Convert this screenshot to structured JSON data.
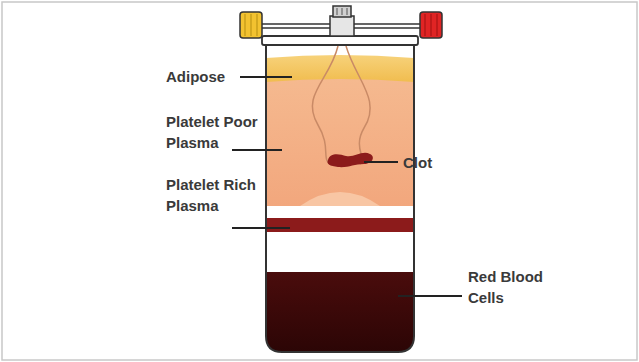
{
  "diagram": {
    "labels": [
      "Adipose",
      "Platelet Poor Plasma",
      "Platelet Rich Plasma",
      "Clot",
      "Red Blood Cells"
    ]
  }
}
